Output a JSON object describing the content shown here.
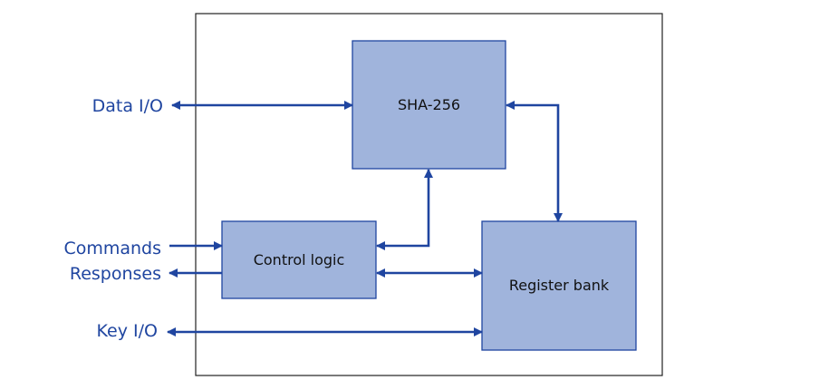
{
  "blocks": {
    "sha": "SHA-256",
    "control": "Control logic",
    "registers": "Register bank"
  },
  "io": {
    "data": "Data I/O",
    "commands": "Commands",
    "responses": "Responses",
    "key": "Key I/O"
  },
  "colors": {
    "block_fill": "#a0b4dc",
    "block_stroke": "#1f45a0",
    "wire": "#1f45a0",
    "label_text": "#1f45a0",
    "frame": "#222222"
  }
}
